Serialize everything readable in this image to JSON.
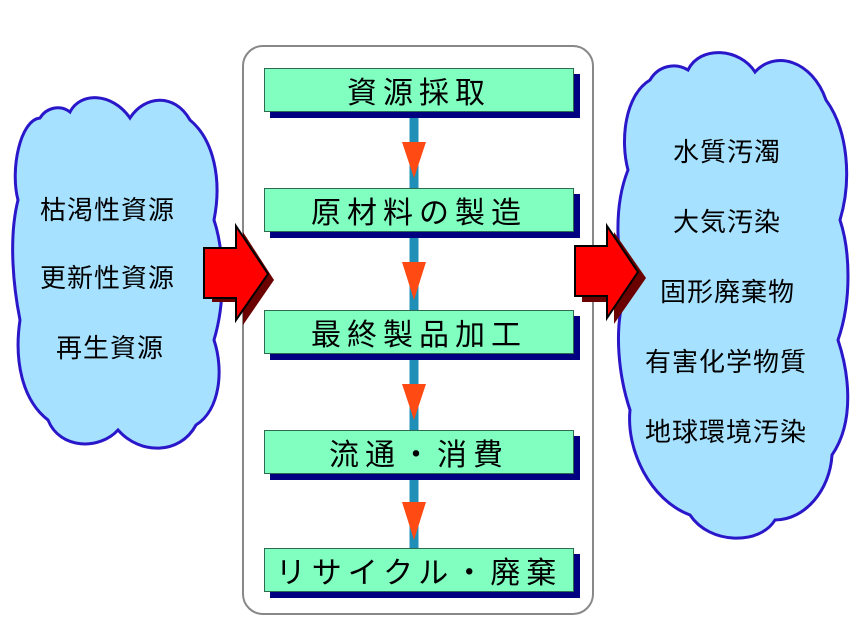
{
  "left_resources": [
    "枯渇性資源",
    "更新性資源",
    "再生資源"
  ],
  "process_steps": [
    "資源採取",
    "原材料の製造",
    "最終製品加工",
    "流通・消費",
    "リサイクル・廃棄"
  ],
  "right_impacts": [
    "水質汚濁",
    "大気汚染",
    "固形廃棄物",
    "有害化学物質",
    "地球環境汚染"
  ],
  "colors": {
    "cloud_fill": "#a6e1ff",
    "cloud_stroke": "#2a17c9",
    "step_fill": "#80ffc0",
    "step_shadow": "#000080",
    "connector": "#1f8fb8",
    "arrow_head": "#ff4a14",
    "big_arrow": "#ff0000"
  }
}
